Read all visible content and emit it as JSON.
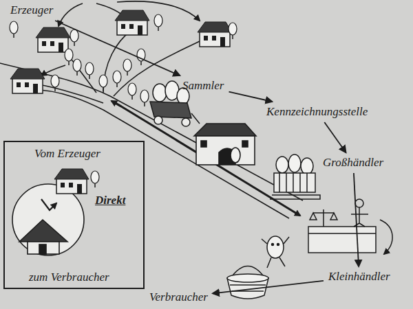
{
  "diagram": {
    "nodes": [
      {
        "text": [
          "Erzeuger"
        ]
      },
      {
        "text": [
          "Sammler"
        ]
      },
      {
        "text": [
          "Kennzeichnungsstelle"
        ]
      },
      {
        "text": [
          "Großhändler"
        ]
      },
      {
        "text": [
          "Kleinhändler"
        ]
      },
      {
        "text": [
          "Verbraucher"
        ]
      },
      {
        "text": [
          "Vom Erzeuger",
          "Direkt",
          "zum Verbraucher"
        ]
      }
    ],
    "edges": [
      {
        "from": 0,
        "to": 1,
        "arrow": "to"
      },
      {
        "from": 1,
        "to": 2,
        "arrow": "to"
      },
      {
        "from": 2,
        "to": 3,
        "arrow": "to"
      },
      {
        "from": 3,
        "to": 4,
        "arrow": "to"
      },
      {
        "from": 4,
        "to": 5,
        "arrow": "to"
      }
    ]
  }
}
